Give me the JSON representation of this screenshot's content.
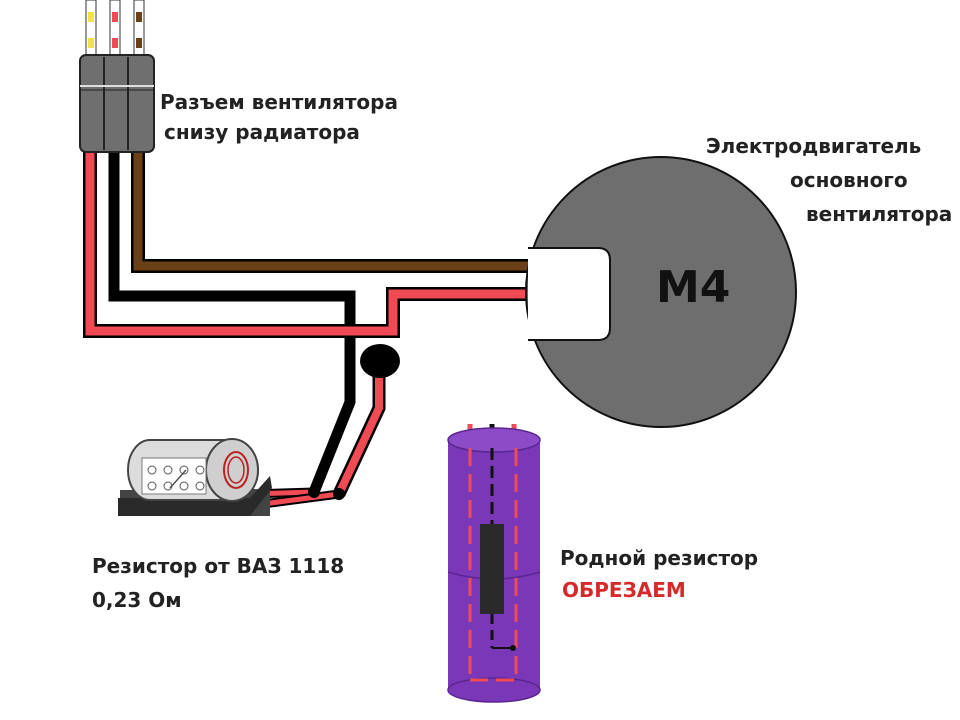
{
  "labels": {
    "connector_line1": "Разъем вентилятора",
    "connector_line2": "снизу радиатора",
    "motor_line1": "Электродвигатель",
    "motor_line2": "основного",
    "motor_line3": "вентилятора",
    "motor_mark": "M4",
    "resistor_line1": "Резистор от ВАЗ 1118",
    "resistor_line2": "0,23 Ом",
    "native_line1": "Родной резистор",
    "native_line2": "ОБРЕЗАЕМ"
  },
  "colors": {
    "wire_red": "#f04a55",
    "wire_black": "#111111",
    "wire_brown": "#6b3f17",
    "wire_yellow": "#f2e24a",
    "motor_fill": "#6e6e6e",
    "connector_fill": "#6f6f6f",
    "native_resistor_fill": "#7a38b8",
    "highlight_red": "#d62a2a"
  },
  "icons": [
    "connector-icon",
    "motor-icon",
    "resistor-icon",
    "native-resistor-icon",
    "splice-icon"
  ]
}
